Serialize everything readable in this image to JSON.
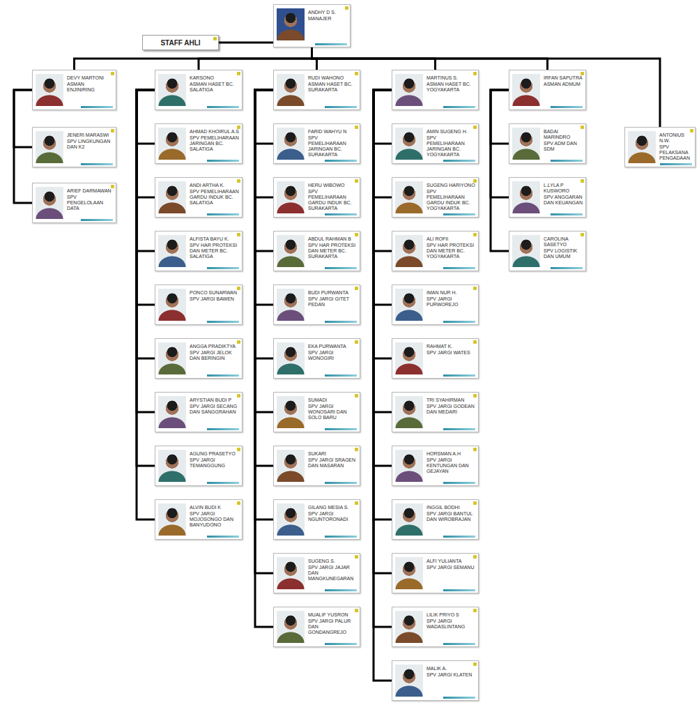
{
  "diagram": {
    "nodes": [
      {
        "text": [
          "ANDHY D S.",
          "MANAJER"
        ]
      },
      {
        "text": [
          "STAFF AHLI"
        ]
      },
      {
        "text": [
          "DEVY MARTONI",
          "ASMAN ENJINIRING"
        ]
      },
      {
        "text": [
          "JENERI MARASWI",
          "SPV LINGKUNGAN DAN K2"
        ]
      },
      {
        "text": [
          "ARIEF DARMAWAN",
          "SPV PENGELOLAAN DATA"
        ]
      },
      {
        "text": [
          "KARSONO",
          "ASMAN HASET BC. SALATIGA"
        ]
      },
      {
        "text": [
          "AHMAD KHOIRUL A.S",
          "SPV PEMELIHARAAN JARINGAN BC. SALATIGA"
        ]
      },
      {
        "text": [
          "ANDI ARTHA K.",
          "SPV PEMELIHARAAN GARDU INDUK BC. SALATIGA"
        ]
      },
      {
        "text": [
          "ALFISTA BAYU K.",
          "SPV HAR PROTEKSI DAN METER BC. SALATIGA"
        ]
      },
      {
        "text": [
          "PONCO SUNARWAN",
          "SPV JARGI BAWEN"
        ]
      },
      {
        "text": [
          "ANGGA PRADIKTYA",
          "SPV JARGI JELOK DAN BERINGIN"
        ]
      },
      {
        "text": [
          "ARYSTIAN BUDI P",
          "SPV JARGI SECANG DAN SANGGRAHAN"
        ]
      },
      {
        "text": [
          "AGUNG PRASETYO",
          "SPV JARGI TEMANGGUNG"
        ]
      },
      {
        "text": [
          "ALVIN BUDI K",
          "SPV JARGI MOJOSONGO DAN BANYUDONO"
        ]
      },
      {
        "text": [
          "RUDI WAHONO",
          "ASMAN HASET BC. SURAKARTA"
        ]
      },
      {
        "text": [
          "FARID WAHYU N",
          "SPV PEMELIHARAAN JARINGAN BC. SURAKARTA"
        ]
      },
      {
        "text": [
          "HERU WIBOWO",
          "SPV PEMELIHARAAN GARDU INDUK BC. SURAKARTA"
        ]
      },
      {
        "text": [
          "ABDUL RAHMAN B",
          "SPV HAR PROTEKSI DAN METER BC. SURAKARTA"
        ]
      },
      {
        "text": [
          "BUDI PURWANTA",
          "SPV JARGI GITET PEDAN"
        ]
      },
      {
        "text": [
          "EKA PURWANTA",
          "SPV JARGI WONOGIRI"
        ]
      },
      {
        "text": [
          "SUMADI",
          "SPV JARGI WONOSARI DAN SOLO BARU"
        ]
      },
      {
        "text": [
          "SUKARI",
          "SPV JARGI SRAGEN DAN MASARAN"
        ]
      },
      {
        "text": [
          "GILANG MESIA S.",
          "SPV JARGI NGUNTORONADI"
        ]
      },
      {
        "text": [
          "SUGENG S.",
          "SPV JARGI JAJAR DAN MANGKUNEGARAN"
        ]
      },
      {
        "text": [
          "MUALIF YUSRON",
          "SPV JARGI PALUR DAN GONDANGREJO"
        ]
      },
      {
        "text": [
          "MARTINUS S.",
          "ASMAN HASET BC. YOGYAKARTA"
        ]
      },
      {
        "text": [
          "AMIN SUGENG H.",
          "SPV PEMELIHARAAN JARINGAN BC. YOGYAKARTA"
        ]
      },
      {
        "text": [
          "SUGENG HARIYONO",
          "SPV PEMELIHARAAN GARDU INDUK BC. YOGYAKARTA"
        ]
      },
      {
        "text": [
          "ALI ROFII",
          "SPV HAR PROTEKSI DAN METER BC. YOGYAKARTA"
        ]
      },
      {
        "text": [
          "IMAN NUR H.",
          "SPV JARGI PURWOREJO"
        ]
      },
      {
        "text": [
          "RAHMAT K.",
          "SPV JARGI WATES"
        ]
      },
      {
        "text": [
          "TRI SYAHIRMAN",
          "SPV JARGI GODEAN DAN MEDARI"
        ]
      },
      {
        "text": [
          "HORSMAN A.H",
          "SPV JARGI KENTUNGAN DAN GEJAYAN"
        ]
      },
      {
        "text": [
          "INGGIL BODHI",
          "SPV JARGI BANTUL DAN WIROBRAJAN"
        ]
      },
      {
        "text": [
          "ALFI YULIANTA",
          "SPV JARGI SEMANU"
        ]
      },
      {
        "text": [
          "LILIK PRIYO S",
          "SPV JARGI WADASLINTANG"
        ]
      },
      {
        "text": [
          "MALIK A.",
          "SPV JARGI KLATEN"
        ]
      },
      {
        "text": [
          "IRFAN SAPUTRA",
          "ASMAN ADMUM"
        ]
      },
      {
        "text": [
          "BADAI MARINDRO",
          "SPV ADM DAN SDM"
        ]
      },
      {
        "text": [
          "L.LYLA P KUSWORO",
          "SPV ANGGARAN DAN KEUANGAN"
        ]
      },
      {
        "text": [
          "CAROLINA SASETYO",
          "SPV LOGISTIK DAN UMUM"
        ]
      },
      {
        "text": [
          "ANTONIUS N.W.",
          "SPV PELAKSANA PENGADAAN"
        ]
      }
    ],
    "edges": [
      {
        "from": 0,
        "to": 1,
        "arrow": "none"
      },
      {
        "from": 0,
        "to": 2,
        "arrow": "none"
      },
      {
        "from": 0,
        "to": 5,
        "arrow": "none"
      },
      {
        "from": 0,
        "to": 14,
        "arrow": "none"
      },
      {
        "from": 0,
        "to": 25,
        "arrow": "none"
      },
      {
        "from": 0,
        "to": 37,
        "arrow": "none"
      },
      {
        "from": 0,
        "to": 41,
        "arrow": "none"
      },
      {
        "from": 2,
        "to": 3,
        "arrow": "none"
      },
      {
        "from": 2,
        "to": 4,
        "arrow": "none"
      },
      {
        "from": 5,
        "to": 6,
        "arrow": "none"
      },
      {
        "from": 5,
        "to": 7,
        "arrow": "none"
      },
      {
        "from": 5,
        "to": 8,
        "arrow": "none"
      },
      {
        "from": 5,
        "to": 9,
        "arrow": "none"
      },
      {
        "from": 5,
        "to": 10,
        "arrow": "none"
      },
      {
        "from": 5,
        "to": 11,
        "arrow": "none"
      },
      {
        "from": 5,
        "to": 12,
        "arrow": "none"
      },
      {
        "from": 5,
        "to": 13,
        "arrow": "none"
      },
      {
        "from": 14,
        "to": 15,
        "arrow": "none"
      },
      {
        "from": 14,
        "to": 16,
        "arrow": "none"
      },
      {
        "from": 14,
        "to": 17,
        "arrow": "none"
      },
      {
        "from": 14,
        "to": 18,
        "arrow": "none"
      },
      {
        "from": 14,
        "to": 19,
        "arrow": "none"
      },
      {
        "from": 14,
        "to": 20,
        "arrow": "none"
      },
      {
        "from": 14,
        "to": 21,
        "arrow": "none"
      },
      {
        "from": 14,
        "to": 22,
        "arrow": "none"
      },
      {
        "from": 14,
        "to": 23,
        "arrow": "none"
      },
      {
        "from": 14,
        "to": 24,
        "arrow": "none"
      },
      {
        "from": 25,
        "to": 26,
        "arrow": "none"
      },
      {
        "from": 25,
        "to": 27,
        "arrow": "none"
      },
      {
        "from": 25,
        "to": 28,
        "arrow": "none"
      },
      {
        "from": 25,
        "to": 29,
        "arrow": "none"
      },
      {
        "from": 25,
        "to": 30,
        "arrow": "none"
      },
      {
        "from": 25,
        "to": 31,
        "arrow": "none"
      },
      {
        "from": 25,
        "to": 32,
        "arrow": "none"
      },
      {
        "from": 25,
        "to": 33,
        "arrow": "none"
      },
      {
        "from": 25,
        "to": 34,
        "arrow": "none"
      },
      {
        "from": 25,
        "to": 35,
        "arrow": "none"
      },
      {
        "from": 25,
        "to": 36,
        "arrow": "none"
      },
      {
        "from": 37,
        "to": 38,
        "arrow": "none"
      },
      {
        "from": 37,
        "to": 39,
        "arrow": "none"
      },
      {
        "from": 37,
        "to": 40,
        "arrow": "none"
      }
    ]
  }
}
